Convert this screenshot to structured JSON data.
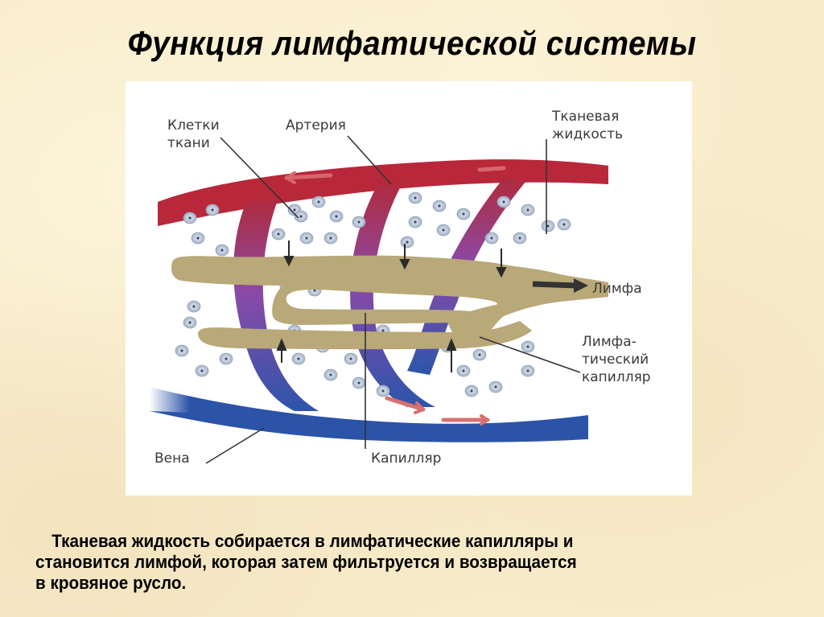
{
  "slide": {
    "title": "Функция лимфатической системы",
    "caption_lines": [
      "Тканевая жидкость собирается в лимфатические капилляры и",
      "становится лимфой, которая затем фильтруется и возвращается",
      "в кровяное русло."
    ]
  },
  "diagram": {
    "labels": {
      "tissue_cells": "Клетки\nткани",
      "artery": "Артерия",
      "tissue_fluid": "Тканевая\nжидкость",
      "lymph": "Лимфа",
      "lymphatic_capillary": "Лимфа-\nтический\nкапилляр",
      "vein": "Вена",
      "capillary": "Капилляр"
    },
    "colors": {
      "background": "#f8eccb",
      "artery": "#b8283a",
      "vein": "#2b53a8",
      "lymph_vessel": "#b9a878",
      "cell": "#b8c4d6",
      "leader_line": "#333333"
    }
  }
}
